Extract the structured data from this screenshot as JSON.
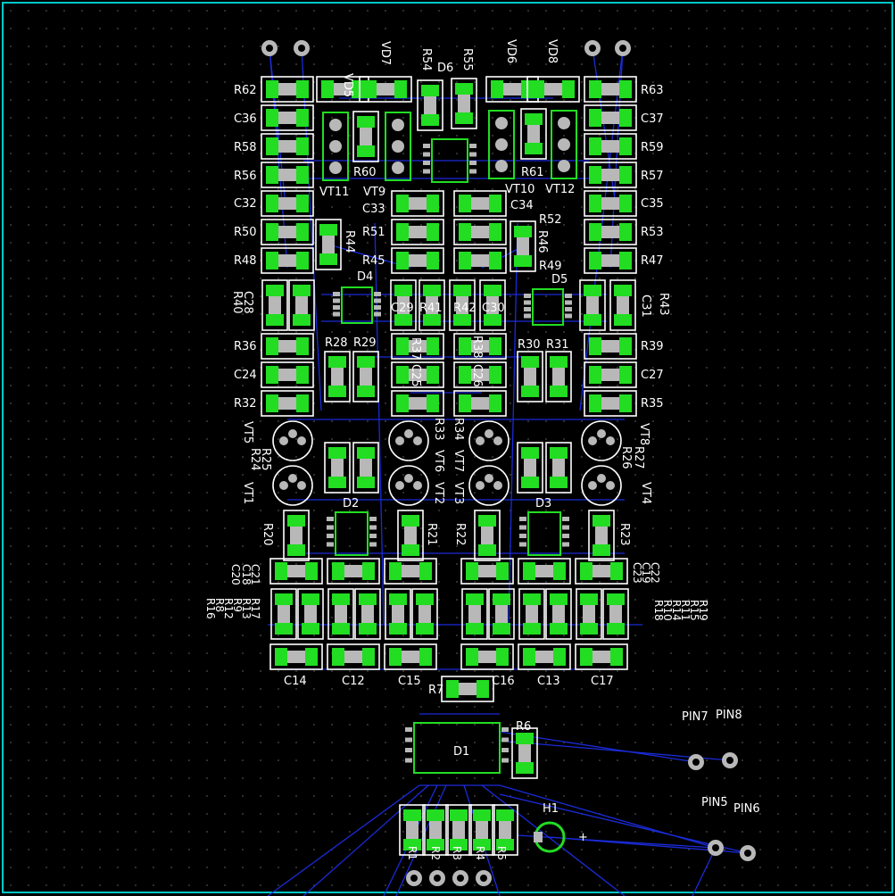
{
  "board": {
    "labels": {
      "r62": "R62",
      "c36": "C36",
      "r58": "R58",
      "r56": "R56",
      "c32": "C32",
      "r50": "R50",
      "r48": "R48",
      "r63": "R63",
      "c37": "C37",
      "r59": "R59",
      "r57": "R57",
      "c35": "C35",
      "r53": "R53",
      "r47": "R47",
      "vd5": "VD5",
      "vd7": "VD7",
      "r54": "R54",
      "d6": "D6",
      "r55": "R55",
      "vd6": "VD6",
      "vd8": "VD8",
      "r60": "R60",
      "r61": "R61",
      "vt11": "VT11",
      "vt9": "VT9",
      "vt10": "VT10",
      "vt12": "VT12",
      "c33": "C33",
      "c34": "C34",
      "r44": "R44",
      "r51": "R51",
      "r45": "R45",
      "r52": "R52",
      "r46": "R46",
      "r49": "R49",
      "d4": "D4",
      "d5": "D5",
      "c28": "C28",
      "r40": "R40",
      "c29": "C29",
      "r41": "R41",
      "r42": "R42",
      "c30": "C30",
      "r43": "R43",
      "c31": "C31",
      "r36": "R36",
      "c24": "C24",
      "r32": "R32",
      "r39": "R39",
      "c27": "C27",
      "r35": "R35",
      "r28": "R28",
      "r29": "R29",
      "r30": "R30",
      "r31": "R31",
      "r37": "R37",
      "c25": "C25",
      "r38": "R38",
      "c26": "C26",
      "vt5": "VT5",
      "vt1": "VT1",
      "r25": "R25",
      "r24": "R24",
      "r33": "R33",
      "vt6": "VT6",
      "vt2": "VT2",
      "r34": "R34",
      "vt7": "VT7",
      "vt3": "VT3",
      "vt8": "VT8",
      "vt4": "VT4",
      "r26": "R26",
      "r27": "R27",
      "d2": "D2",
      "d3": "D3",
      "r20": "R20",
      "r21": "R21",
      "r22": "R22",
      "r23": "R23",
      "c21": "C21",
      "c18": "C18",
      "c20": "C20",
      "c23": "C23",
      "c19": "C19",
      "c22": "C22",
      "r17": "R17",
      "r13": "R13",
      "r9": "R9",
      "r12": "R12",
      "r8": "R8",
      "r16": "R16",
      "r19": "R19",
      "r15": "R15",
      "r11": "R11",
      "r14": "R14",
      "r10": "R10",
      "r18": "R18",
      "c14": "C14",
      "c12": "C12",
      "c15": "C15",
      "c16": "C16",
      "c13": "C13",
      "c17": "C17",
      "r7": "R7",
      "d1": "D1",
      "r6": "R6",
      "h1": "H1",
      "plus": "+",
      "r1": "R1",
      "r2": "R2",
      "r3": "R3",
      "r4": "R4",
      "r5": "R5",
      "pin7": "PIN7",
      "pin8": "PIN8",
      "pin5": "PIN5",
      "pin6": "PIN6"
    },
    "colors": {
      "background": "#000000",
      "outline": "#00c8c8",
      "silkscreen": "#ffffff",
      "pad": "#22dd22",
      "copper": "#b8b8b8",
      "trace": "#1a2bd8"
    }
  }
}
